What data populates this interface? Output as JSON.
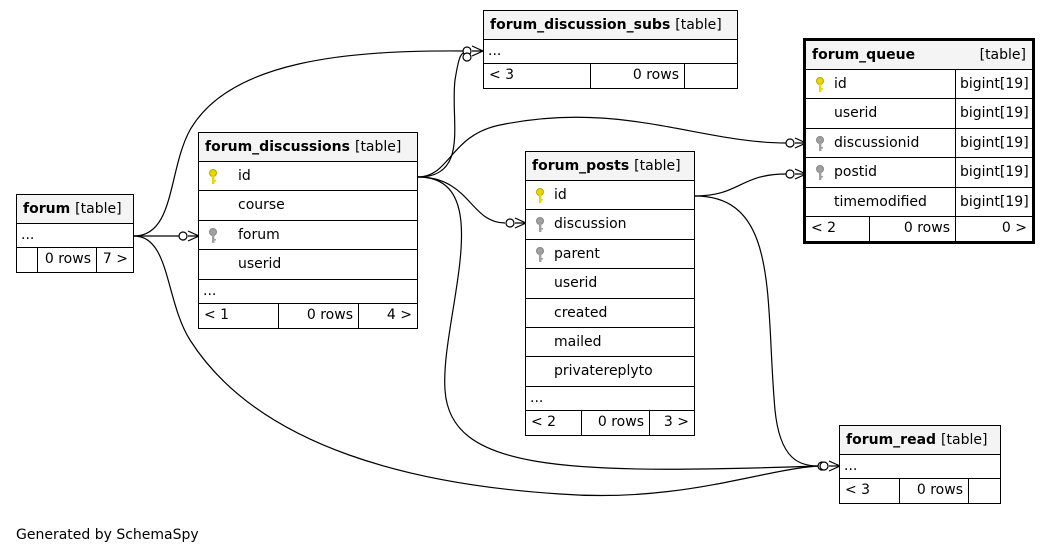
{
  "diagram": {
    "credit": "Generated by SchemaSpy"
  },
  "tables": {
    "forum": {
      "name": "forum",
      "kind": "[table]",
      "more": "...",
      "footer": [
        "",
        "0 rows",
        "7 >"
      ]
    },
    "forum_discussions": {
      "name": "forum_discussions",
      "kind": "[table]",
      "columns": [
        "id",
        "course",
        "forum",
        "userid"
      ],
      "more": "...",
      "footer": [
        "< 1",
        "0 rows",
        "4 >"
      ]
    },
    "forum_discussion_subs": {
      "name": "forum_discussion_subs",
      "kind": "[table]",
      "more": "...",
      "footer": [
        "< 3",
        "0 rows",
        ""
      ]
    },
    "forum_posts": {
      "name": "forum_posts",
      "kind": "[table]",
      "columns": [
        "id",
        "discussion",
        "parent",
        "userid",
        "created",
        "mailed",
        "privatereplyto"
      ],
      "more": "...",
      "footer": [
        "< 2",
        "0 rows",
        "3 >"
      ]
    },
    "forum_queue": {
      "name": "forum_queue",
      "kind": "[table]",
      "columns": [
        {
          "name": "id",
          "type": "bigint[19]"
        },
        {
          "name": "userid",
          "type": "bigint[19]"
        },
        {
          "name": "discussionid",
          "type": "bigint[19]"
        },
        {
          "name": "postid",
          "type": "bigint[19]"
        },
        {
          "name": "timemodified",
          "type": "bigint[19]"
        }
      ],
      "footer": [
        "< 2",
        "0 rows",
        "0 >"
      ]
    },
    "forum_read": {
      "name": "forum_read",
      "kind": "[table]",
      "more": "...",
      "footer": [
        "< 3",
        "0 rows",
        ""
      ]
    }
  },
  "colors": {
    "primary_key": "#e6d800",
    "foreign_key": "#a0a0a0",
    "header_bg": "#f4f4f4"
  }
}
